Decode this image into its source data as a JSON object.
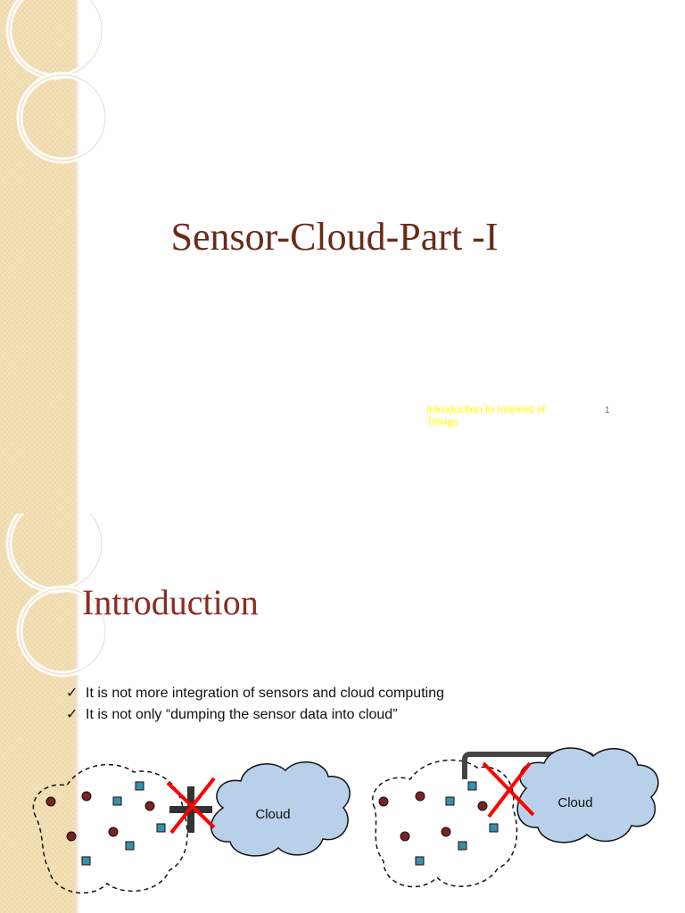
{
  "slide1": {
    "title": "Sensor-Cloud-Part -I",
    "footer": "Introduction to Internet of Things",
    "page_number": "1"
  },
  "slide2": {
    "title": "Introduction",
    "bullets": [
      "It is not more integration of sensors and cloud computing",
      "It is not only “dumping the sensor data into cloud”"
    ],
    "bullet_icon": "checkmark-icon",
    "diagram": {
      "left_cloud_label": "Cloud",
      "right_cloud_label": "Cloud"
    }
  },
  "colors": {
    "title1": "#6b2a1a",
    "title2": "#8c2a22",
    "footer": "#ffff00",
    "band": "#f4e1b8",
    "cloud_fill": "#b8d0ea",
    "sensor_square": "#3b8fa8",
    "sensor_circle": "#7a2222",
    "cross": "#ff0000"
  }
}
